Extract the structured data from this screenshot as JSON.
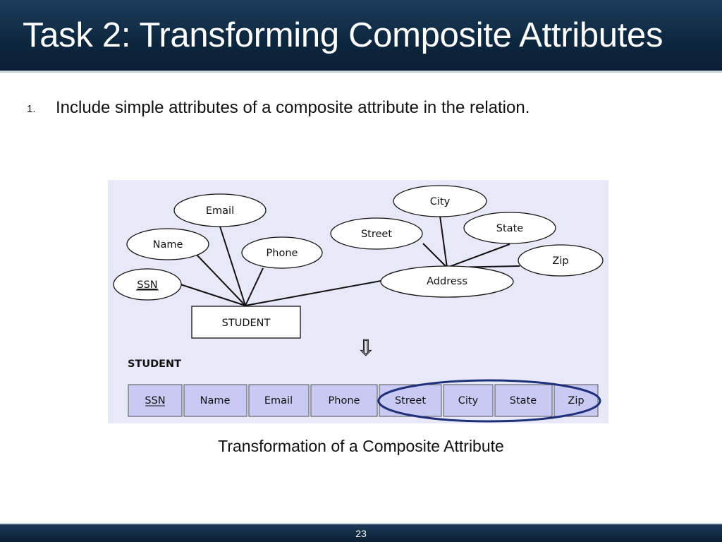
{
  "slide": {
    "title": "Task 2: Transforming Composite Attributes",
    "bullet_number": "1.",
    "bullet_text": "Include simple attributes of a composite attribute in the relation.",
    "caption": "Transformation of a Composite Attribute",
    "page_number": "23"
  },
  "diagram": {
    "attributes": {
      "email": "Email",
      "name": "Name",
      "phone": "Phone",
      "ssn": "SSN",
      "city": "City",
      "street": "Street",
      "state": "State",
      "zip": "Zip",
      "address": "Address"
    },
    "entity": "STUDENT",
    "arrow_glyph": "⇩",
    "relation_name": "STUDENT",
    "relation_columns": [
      "SSN",
      "Name",
      "Email",
      "Phone",
      "Street",
      "City",
      "State",
      "Zip"
    ]
  },
  "colors": {
    "header_bg": "#0e2840",
    "figure_bg": "#e8e8f9",
    "table_cell_bg": "#c9caf4",
    "highlight_ellipse": "#1f2f7a"
  }
}
